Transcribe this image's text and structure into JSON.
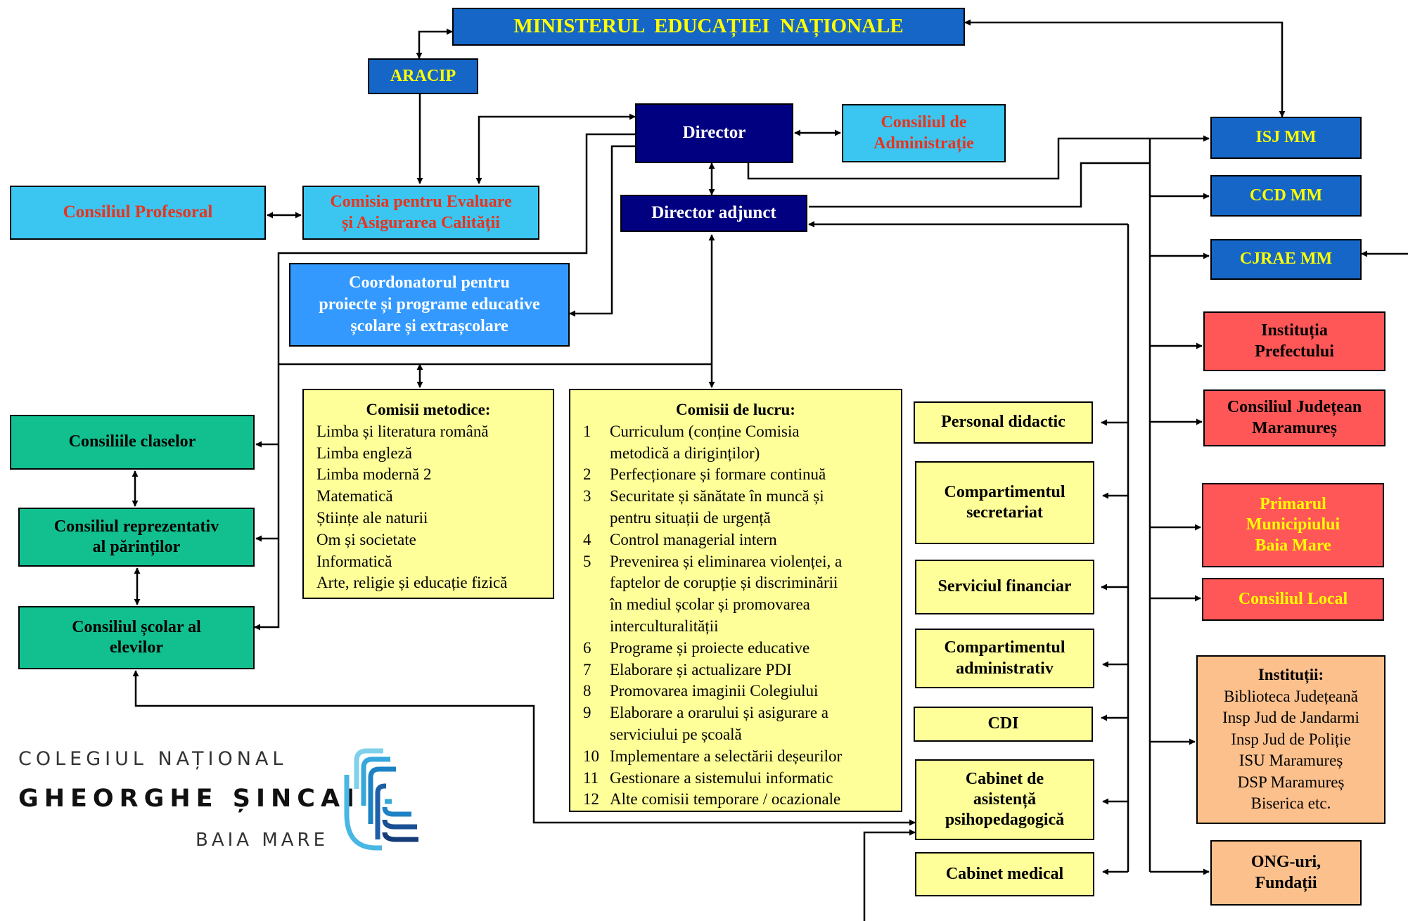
{
  "ministry": "MINISTERUL  EDUCAȚIEI  NAȚIONALE",
  "aracip": "ARACIP",
  "director": "Director",
  "admin_council": [
    "Consiliul de",
    "Administrație"
  ],
  "director_adjunct": "Director adjunct",
  "consiliul_profesoral": "Consiliul Profesoral",
  "ceac": [
    "Comisia pentru Evaluare",
    "și Asigurarea Calității"
  ],
  "coordonator": [
    "Coordonatorul pentru",
    "proiecte și programe educative",
    "școlare și extrașcolare"
  ],
  "comisii_metodice": {
    "title": "Comisii metodice:",
    "items": [
      "Limba și literatura română",
      "Limba engleză",
      "Limba modernă 2",
      "Matematică",
      "Științe ale naturii",
      "Om și societate",
      "Informatică",
      "Arte, religie și educație fizică"
    ]
  },
  "comisii_lucru": {
    "title": "Comisii de lucru:",
    "items": [
      {
        "n": "1",
        "lines": [
          "Curriculum (conține Comisia",
          "metodică a diriginților)"
        ]
      },
      {
        "n": "2",
        "lines": [
          "Perfecționare și formare continuă"
        ]
      },
      {
        "n": "3",
        "lines": [
          "Securitate și sănătate în muncă și",
          "pentru situații de urgență"
        ]
      },
      {
        "n": "4",
        "lines": [
          "Control managerial intern"
        ]
      },
      {
        "n": "5",
        "lines": [
          "Prevenirea și eliminarea violenței, a",
          "faptelor de corupție și discriminării",
          "în mediul școlar și promovarea",
          "interculturalității"
        ]
      },
      {
        "n": "6",
        "lines": [
          "Programe și proiecte educative"
        ]
      },
      {
        "n": "7",
        "lines": [
          "Elaborare și actualizare PDI"
        ]
      },
      {
        "n": "8",
        "lines": [
          "Promovarea imaginii Colegiului"
        ]
      },
      {
        "n": "9",
        "lines": [
          "Elaborare a orarului și asigurare a",
          "serviciului pe școală"
        ]
      },
      {
        "n": "10",
        "lines": [
          "Implementare a selectării deșeurilor"
        ]
      },
      {
        "n": "11",
        "lines": [
          "Gestionare a sistemului informatic"
        ]
      },
      {
        "n": "12",
        "lines": [
          "Alte comisii temporare / ocazionale"
        ]
      }
    ]
  },
  "left_councils": {
    "clase": "Consiliile claselor",
    "parinti": [
      "Consiliul reprezentativ",
      "al părinților"
    ],
    "elevi": [
      "Consiliul școlar al",
      "elevilor"
    ]
  },
  "compartments": {
    "personal": "Personal didactic",
    "secretariat": [
      "Compartimentul",
      "secretariat"
    ],
    "financiar": "Serviciul financiar",
    "administrativ": [
      "Compartimentul",
      "administrativ"
    ],
    "cdi": "CDI",
    "cabinet_psi": [
      "Cabinet de",
      "asistență",
      "psihopedagogică"
    ],
    "cabinet_medical": "Cabinet medical"
  },
  "external": {
    "isj": "ISJ MM",
    "ccd": "CCD MM",
    "cjrae": "CJRAE MM",
    "prefectura": [
      "Instituția",
      "Prefectului"
    ],
    "cj": [
      "Consiliul Județean",
      "Maramureș"
    ],
    "primar": [
      "Primarul",
      "Municipiului",
      "Baia Mare"
    ],
    "cl": "Consiliul Local",
    "institutii": {
      "title": "Instituții:",
      "items": [
        "Biblioteca Județeană",
        "Insp Jud de Jandarmi",
        "Insp Jud de Poliție",
        "ISU Maramureș",
        "DSP Maramureș",
        "Biserica etc."
      ]
    },
    "ong": [
      "ONG-uri,",
      "Fundații"
    ]
  },
  "logo": {
    "line1": "COLEGIUL NAȚIONAL",
    "line2": "GHEORGHE ȘINCAI",
    "line3": "BAIA MARE"
  },
  "colors": {
    "navy": "#000080",
    "blue": "#1566c6",
    "sky": "#3bc6f2",
    "green": "#12c08f",
    "yellow": "#ffff99",
    "red": "#ff5757",
    "peach": "#fbc08c"
  }
}
